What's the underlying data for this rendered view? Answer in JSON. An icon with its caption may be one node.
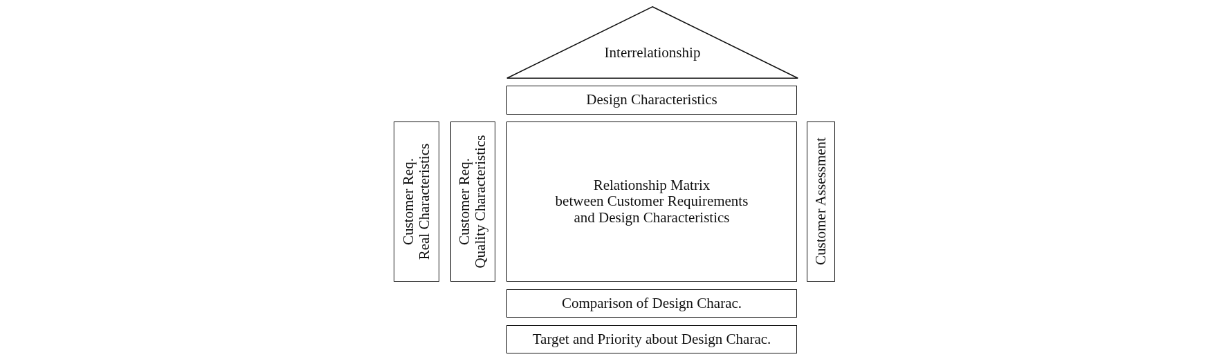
{
  "diagram": {
    "nodes": [
      {
        "text": [
          "Interrelationship"
        ]
      },
      {
        "text": [
          "Design Characteristics"
        ]
      },
      {
        "text": [
          "Customer Req. Real Characteristics"
        ]
      },
      {
        "text": [
          "Customer Req. Quality Characteristics"
        ]
      },
      {
        "text": [
          "Relationship Matrix between Customer Requirements and Design Characteristics"
        ]
      },
      {
        "text": [
          "Customer Assessment"
        ]
      },
      {
        "text": [
          "Comparison of Design Charac."
        ]
      },
      {
        "text": [
          "Target and Priority about Design Charac."
        ]
      }
    ]
  }
}
